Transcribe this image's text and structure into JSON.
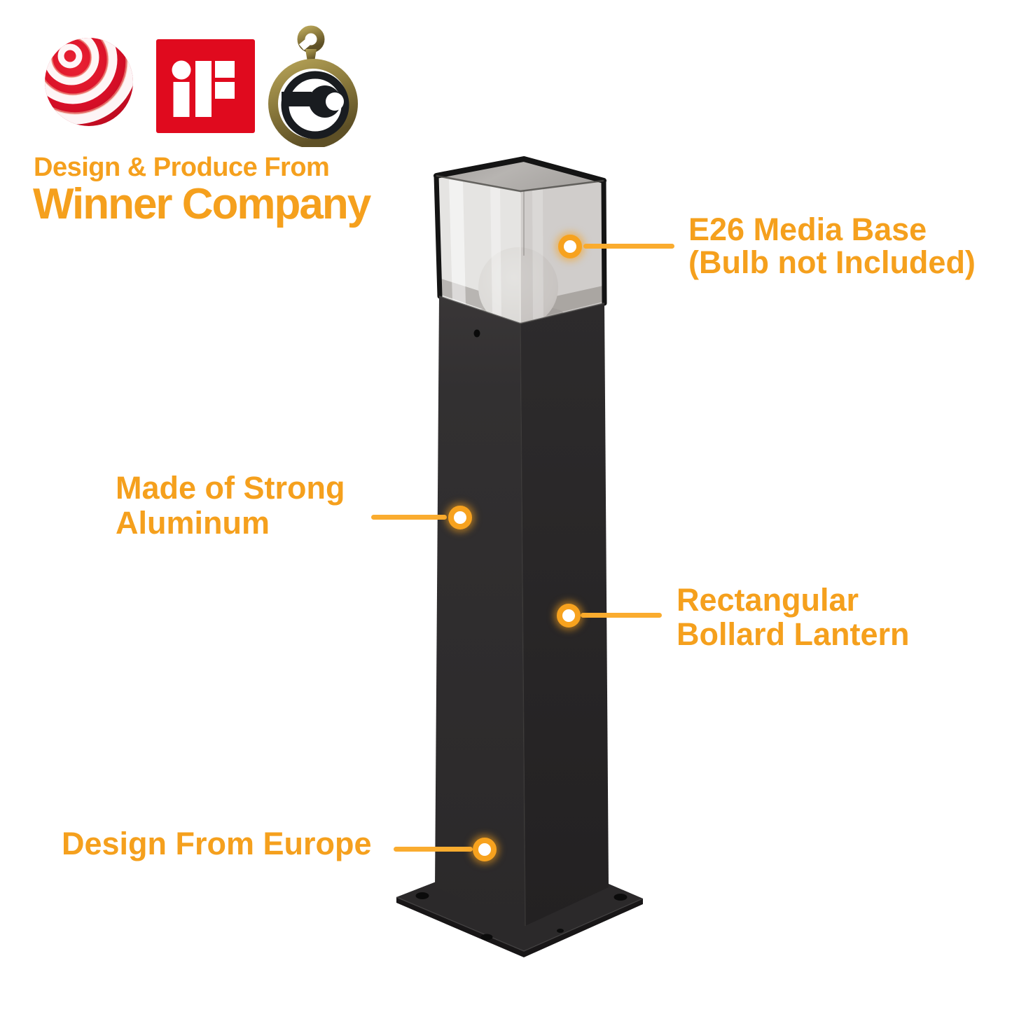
{
  "header": {
    "awards": [
      {
        "name": "Red Dot Design Award"
      },
      {
        "name": "iF Design Award",
        "label": "iF"
      },
      {
        "name": "Design Award Medal"
      }
    ],
    "tagline_line1": "Design & Produce From",
    "tagline_line2": "Winner Company"
  },
  "callouts": [
    {
      "id": "media-base",
      "lines": [
        "E26 Media Base",
        "(Bulb not Included)"
      ]
    },
    {
      "id": "aluminum",
      "lines": [
        "Made of Strong",
        "Aluminum"
      ]
    },
    {
      "id": "bollard",
      "lines": [
        "Rectangular",
        "Bollard Lantern"
      ]
    },
    {
      "id": "europe",
      "lines": [
        "Design From Europe"
      ]
    }
  ],
  "colors": {
    "accent_orange": "#F5A01D",
    "line_orange": "#FAAC2F",
    "marker_orange": "#F7A21E",
    "if_red": "#E00A1E",
    "reddot_red": "#D70E27",
    "pole_dark": "#2E2C2D",
    "background": "#FFFFFF"
  }
}
